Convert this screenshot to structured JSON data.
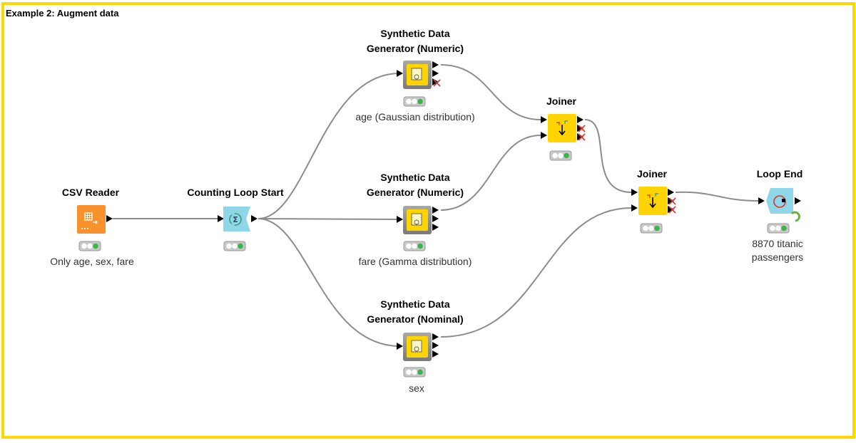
{
  "workflow": {
    "title": "Example 2: Augment data",
    "colors": {
      "annotation_border": "#ffd700",
      "reader": "#f7922c",
      "loop": "#8fd6e8",
      "manipulator": "#ffd400",
      "connection": "#8c8c8c"
    },
    "nodes": {
      "csv_reader": {
        "title": "CSV Reader",
        "label": "Only age, sex, fare"
      },
      "loop_start": {
        "title": "Counting Loop Start",
        "label": ""
      },
      "gen_age": {
        "title_1": "Synthetic Data",
        "title_2": "Generator (Numeric)",
        "label": "age (Gaussian distribution)"
      },
      "gen_fare": {
        "title_1": "Synthetic Data",
        "title_2": "Generator (Numeric)",
        "label": "fare (Gamma distribution)"
      },
      "gen_sex": {
        "title_1": "Synthetic Data",
        "title_2": "Generator (Nominal)",
        "label": "sex"
      },
      "joiner_1": {
        "title": "Joiner",
        "label": ""
      },
      "joiner_2": {
        "title": "Joiner",
        "label": ""
      },
      "loop_end": {
        "title": "Loop End",
        "label_1": "8870 titanic",
        "label_2": "passengers"
      }
    }
  }
}
